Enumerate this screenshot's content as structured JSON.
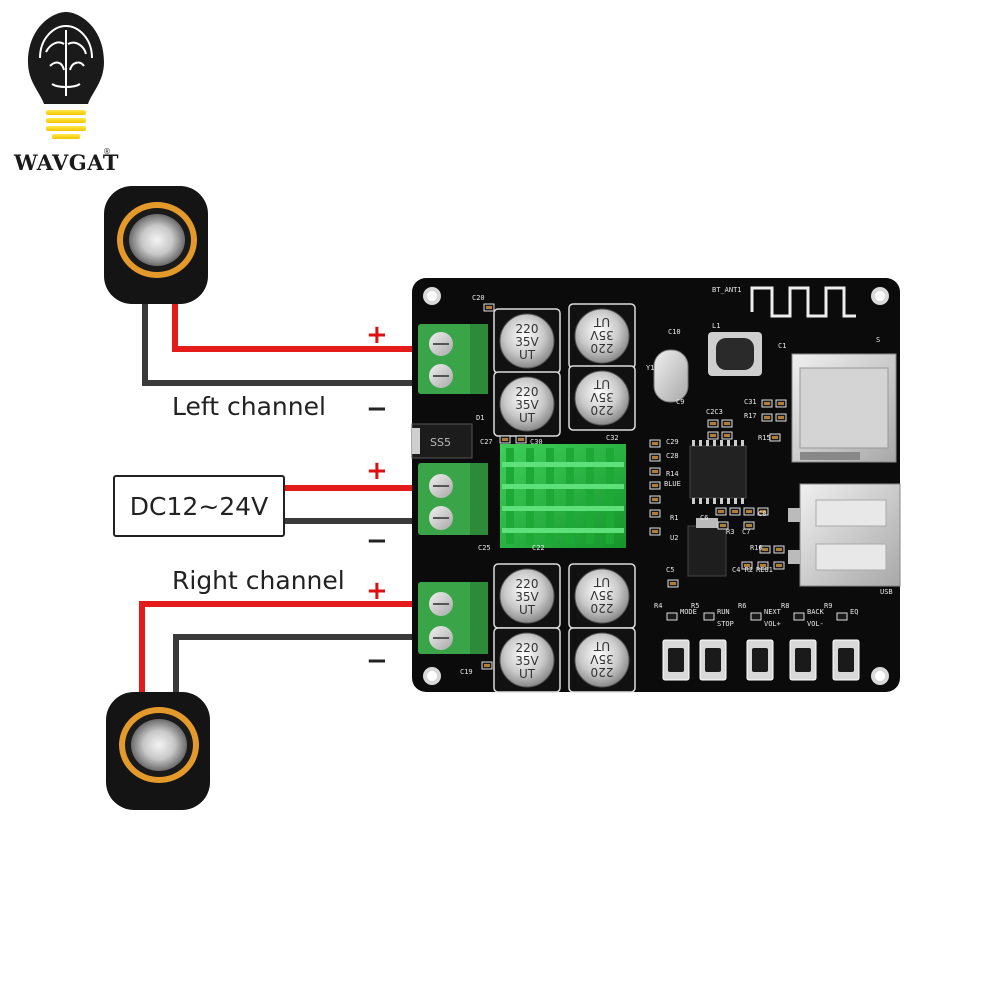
{
  "brand": {
    "name": "WAVGAT",
    "registered_mark": "®"
  },
  "labels": {
    "left_channel": "Left channel",
    "right_channel": "Right channel",
    "power_input": "DC12~24V",
    "plus": "+",
    "minus": "−"
  },
  "board": {
    "capacitor_top_line": "220",
    "capacitor_mid_line": "35V",
    "capacitor_bottom_line": "UT",
    "chip_label": "SS5",
    "silkscreen": {
      "antenna": "BT_ANT1",
      "c20": "C20",
      "c10": "C10",
      "l1": "L1",
      "c1": "C1",
      "y1": "Y1",
      "c32": "C32",
      "c29": "C29",
      "c28": "C28",
      "r14": "R14",
      "blue": "BLUE",
      "c31": "C31",
      "r17": "R17",
      "r15": "R15",
      "c2c3": "C2C3",
      "c9": "C9",
      "d1": "D1",
      "c27": "C27",
      "c30": "C30",
      "c25": "C25",
      "c22": "C22",
      "r1": "R1",
      "u2": "U2",
      "c6": "C6",
      "r3": "R3",
      "c7": "C7",
      "c8": "C8",
      "r10": "R10",
      "c4r2": "C4 R2",
      "reg1": "REG1",
      "c5": "C5",
      "c19": "C19",
      "s_mark": "S",
      "usb": "USB",
      "buttons": [
        "MODE",
        "RUN STOP",
        "NEXT VOL+",
        "BACK VOL-",
        "EQ"
      ],
      "button_refs": [
        "R4",
        "R5",
        "R6",
        "R8",
        "R9"
      ]
    }
  }
}
